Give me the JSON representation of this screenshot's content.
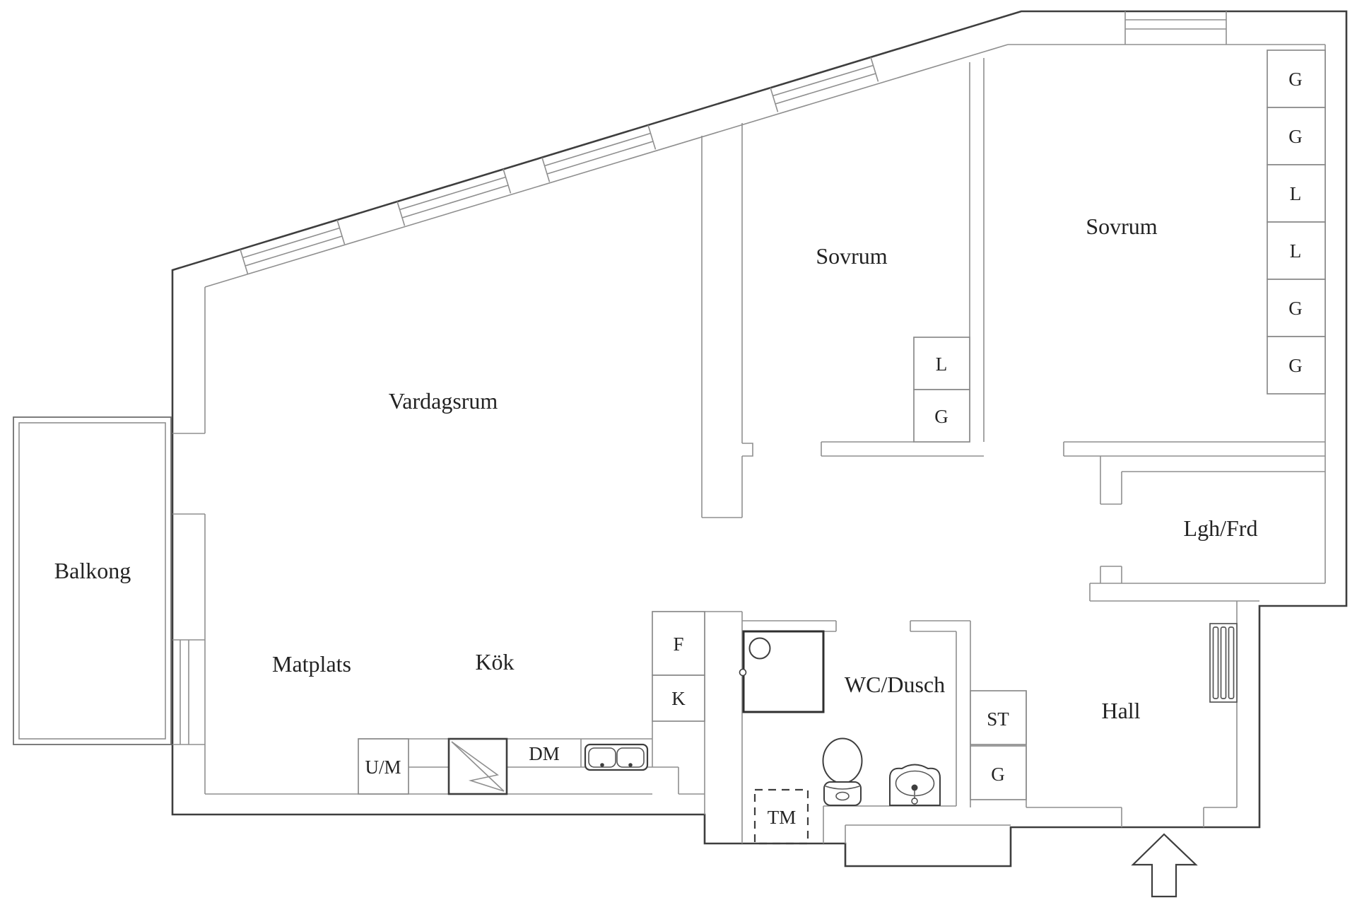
{
  "rooms": {
    "vardagsrum": "Vardagsrum",
    "sovrum_mid": "Sovrum",
    "sovrum_right": "Sovrum",
    "balkong": "Balkong",
    "matplats": "Matplats",
    "kok": "Kök",
    "wc_dusch": "WC/Dusch",
    "hall": "Hall",
    "lgh_frd": "Lgh/Frd"
  },
  "closets": {
    "bedroom_right": [
      "G",
      "G",
      "L",
      "L",
      "G",
      "G"
    ],
    "bedroom_mid": [
      "L",
      "G"
    ],
    "hall": [
      "ST",
      "G"
    ]
  },
  "kitchen": {
    "um": "U/M",
    "dm": "DM",
    "f": "F",
    "k": "K"
  },
  "laundry": {
    "tm": "TM"
  },
  "colors": {
    "background": "#ffffff",
    "wall_dark": "#3e3e3e",
    "wall_light": "#8f8f8f",
    "text": "#232323"
  }
}
